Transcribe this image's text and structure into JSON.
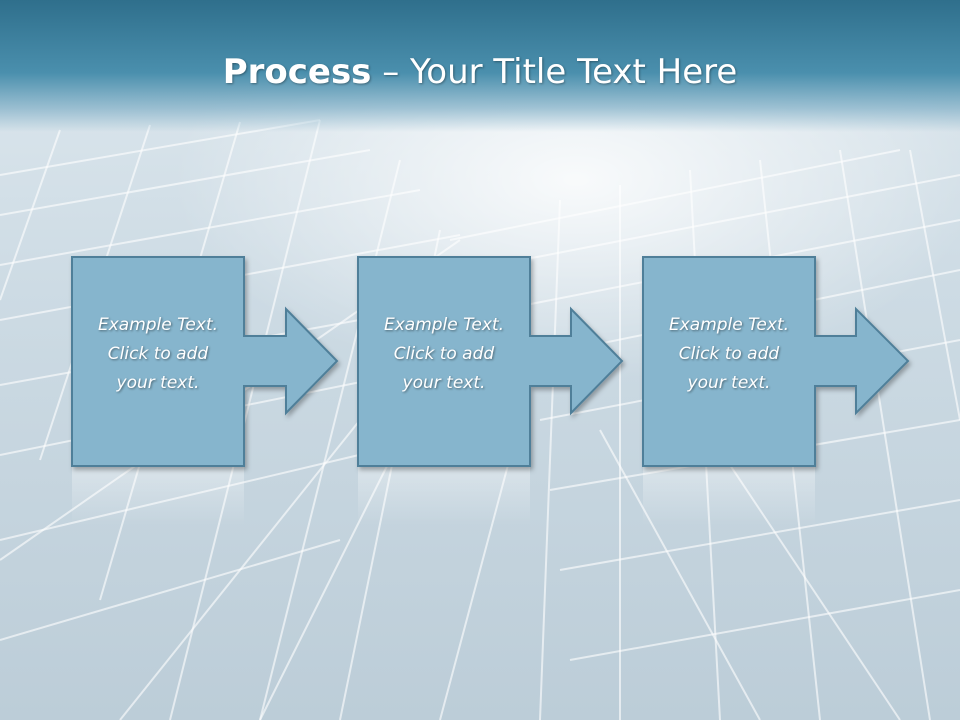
{
  "slide": {
    "title_bold": "Process",
    "title_rest": " – Your Title Text Here"
  },
  "steps": [
    {
      "line1": "Example Text.",
      "line2": "Click  to add",
      "line3": "your text."
    },
    {
      "line1": "Example Text.",
      "line2": "Click  to add",
      "line3": "your text."
    },
    {
      "line1": "Example Text.",
      "line2": "Click  to add",
      "line3": "your text."
    }
  ],
  "colors": {
    "title_bar": "#3e83a3",
    "box_fill": "#86b5cd",
    "box_border": "#4f7f99",
    "text": "#ffffff"
  }
}
